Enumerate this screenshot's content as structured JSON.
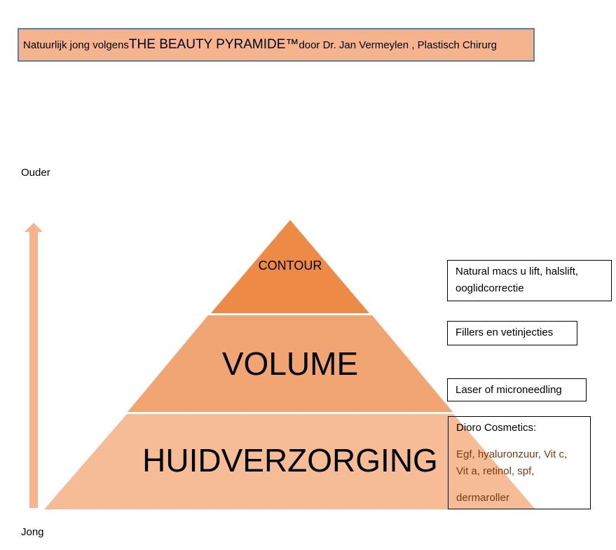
{
  "title": {
    "prefix": "Natuurlijk jong volgens ",
    "highlight": "THE BEAUTY PYRAMIDE™",
    "suffix": " door Dr. Jan Vermeylen , Plastisch Chirurg"
  },
  "axis": {
    "top_label": "Ouder",
    "bottom_label": "Jong"
  },
  "pyramid": {
    "tiers": [
      {
        "label": "CONTOUR",
        "color": "#ed8a46"
      },
      {
        "label": "VOLUME",
        "color": "#f0a572"
      },
      {
        "label": "HUIDVERZORGING",
        "color": "#f5bc96"
      }
    ],
    "arrow_color": "#f6b48e"
  },
  "notes": {
    "note1": [
      "Natural  macs u lift, halslift,",
      "ooglidcorrectie"
    ],
    "note2": "Fillers en vetinjecties",
    "note3": "Laser of microneedling",
    "note4": {
      "heading": "Dioro Cosmetics:",
      "line1": "Egf, hyaluronzuur, Vit c,",
      "line2": "Vit a, retinol,  spf,",
      "line3": "dermaroller"
    }
  }
}
